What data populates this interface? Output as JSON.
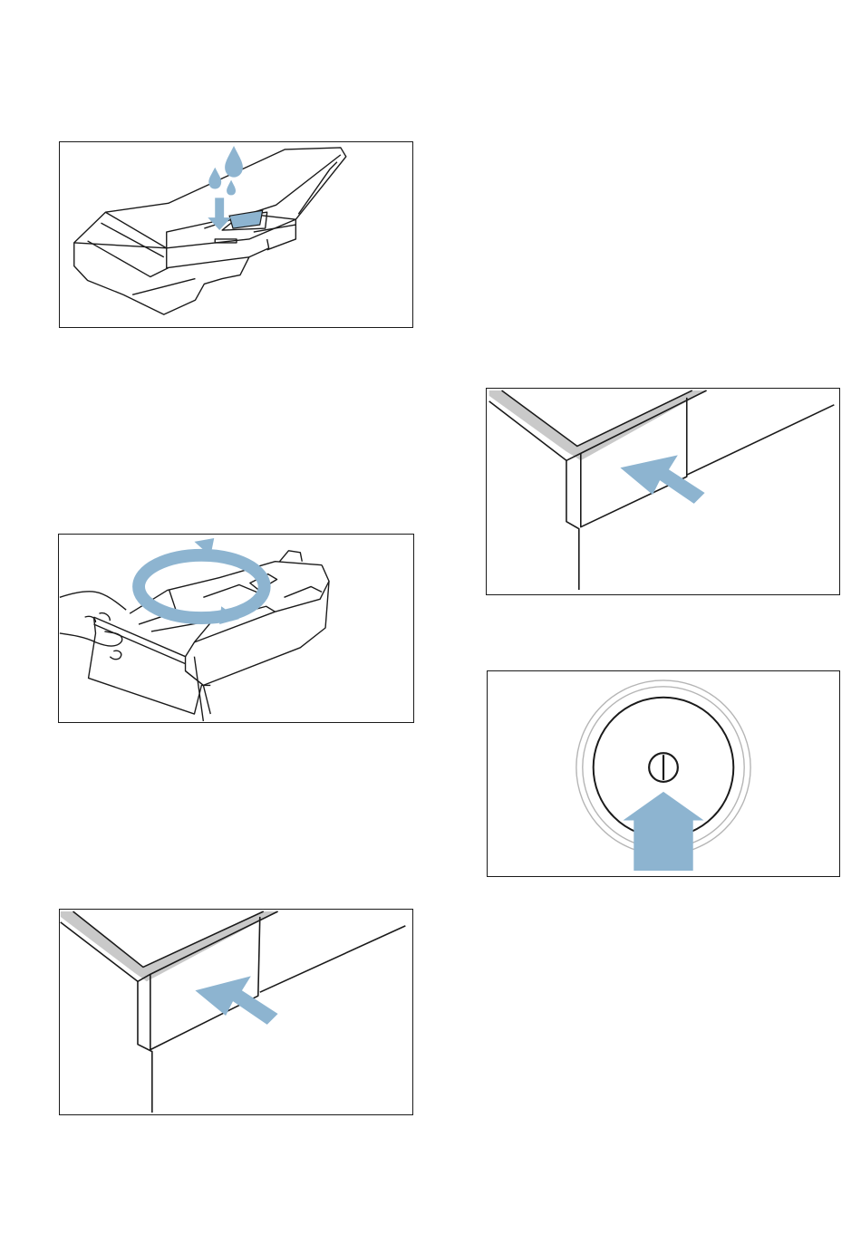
{
  "figures": [
    {
      "id": "fig-1",
      "depicts": "pour-water-into-dispenser"
    },
    {
      "id": "fig-2",
      "depicts": "remove-and-rinse-insert"
    },
    {
      "id": "fig-3",
      "depicts": "push-drawer-in"
    },
    {
      "id": "fig-4",
      "depicts": "push-drawer-in"
    },
    {
      "id": "fig-5",
      "depicts": "press-power-button"
    }
  ],
  "colors": {
    "line": "#1a1a1a",
    "accent_blue": "#8db4d0",
    "seal_gray": "#c9c9c9",
    "light_gray": "#b5b5b5"
  },
  "icons": {
    "water": "water-drop-icon",
    "arrow": "push-arrow-icon",
    "rotate": "rotate-arrows-icon",
    "power": "power-symbol-icon"
  }
}
